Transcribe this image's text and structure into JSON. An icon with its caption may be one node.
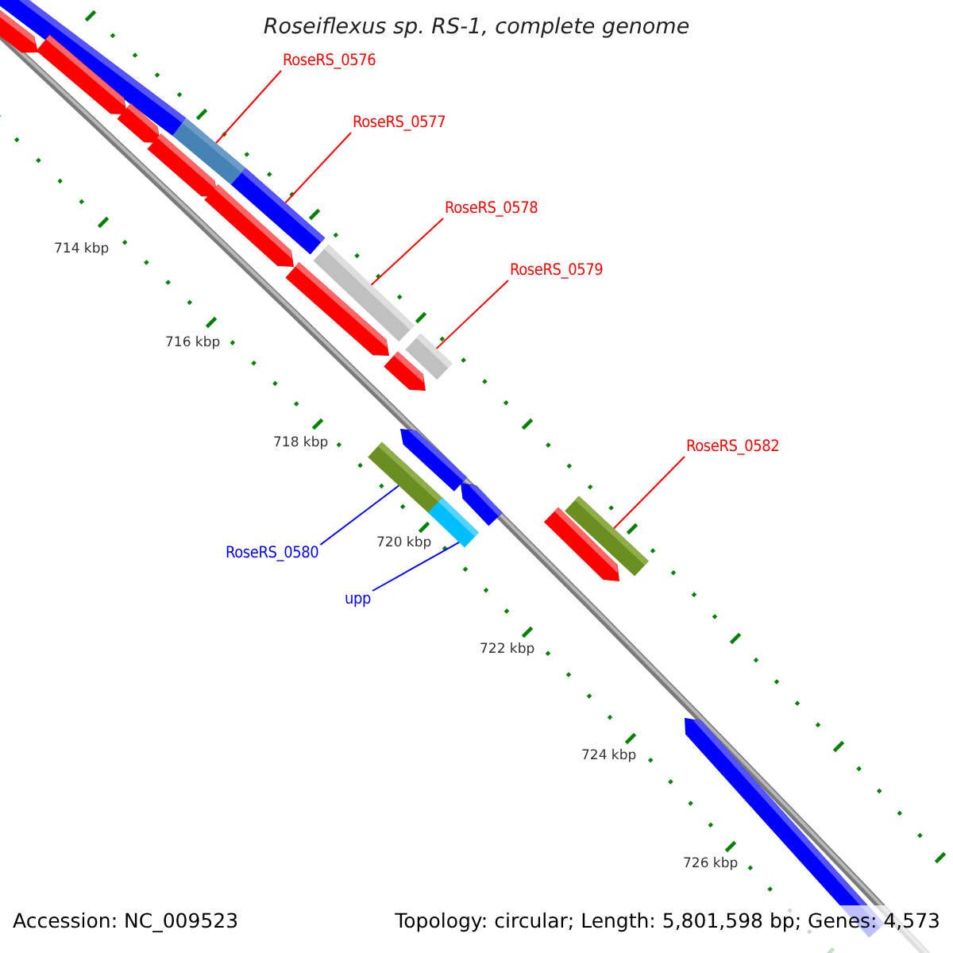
{
  "diagram": {
    "title": "Roseiflexus sp. RS-1, complete genome",
    "nodes": [
      {
        "text": [
          "RoseRS_0576"
        ]
      },
      {
        "text": [],
        "shape": "bar"
      },
      {
        "text": [
          "RoseRS_0577"
        ]
      },
      {
        "text": [],
        "shape": "bar"
      },
      {
        "text": [
          "RoseRS_0578"
        ]
      },
      {
        "text": [],
        "shape": "bar"
      },
      {
        "text": [
          "RoseRS_0579"
        ]
      },
      {
        "text": [],
        "shape": "bar"
      },
      {
        "text": [
          "RoseRS_0582"
        ]
      },
      {
        "text": [],
        "shape": "bar"
      },
      {
        "text": [
          "RoseRS_0580"
        ]
      },
      {
        "text": [],
        "shape": "bar"
      },
      {
        "text": [
          "upp"
        ]
      },
      {
        "text": [],
        "shape": "bar"
      }
    ],
    "edges": [
      {
        "from": 0,
        "to": 1,
        "arrow": "none"
      },
      {
        "from": 2,
        "to": 3,
        "arrow": "none"
      },
      {
        "from": 4,
        "to": 5,
        "arrow": "none"
      },
      {
        "from": 6,
        "to": 7,
        "arrow": "none"
      },
      {
        "from": 8,
        "to": 9,
        "arrow": "none"
      },
      {
        "from": 10,
        "to": 11,
        "arrow": "none",
        "color": "#0000ff"
      },
      {
        "from": 12,
        "to": 13,
        "arrow": "none",
        "color": "#0000ff"
      }
    ],
    "labels": [
      "714 kbp",
      "716 kbp",
      "718 kbp",
      "720 kbp",
      "722 kbp",
      "724 kbp",
      "726 kbp",
      "Accession: NC_009523",
      "Topology: circular; Length: 5,801,598 bp; Genes: 4,573"
    ]
  }
}
